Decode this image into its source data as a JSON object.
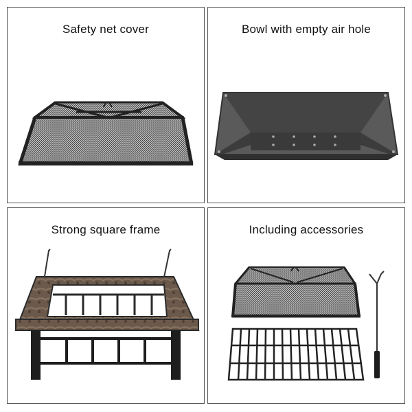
{
  "panels": [
    {
      "caption": "Safety net cover",
      "image": "mesh-cover-icon"
    },
    {
      "caption": "Bowl with empty air hole",
      "image": "fire-bowl-icon"
    },
    {
      "caption": "Strong square frame",
      "image": "square-frame-icon"
    },
    {
      "caption": "Including accessories",
      "image": "accessories-icon"
    }
  ],
  "colors": {
    "border": "#555555",
    "metal": "#2a2a2a",
    "bowl": "#4a4a4a",
    "tile": "#6b5a4c"
  }
}
